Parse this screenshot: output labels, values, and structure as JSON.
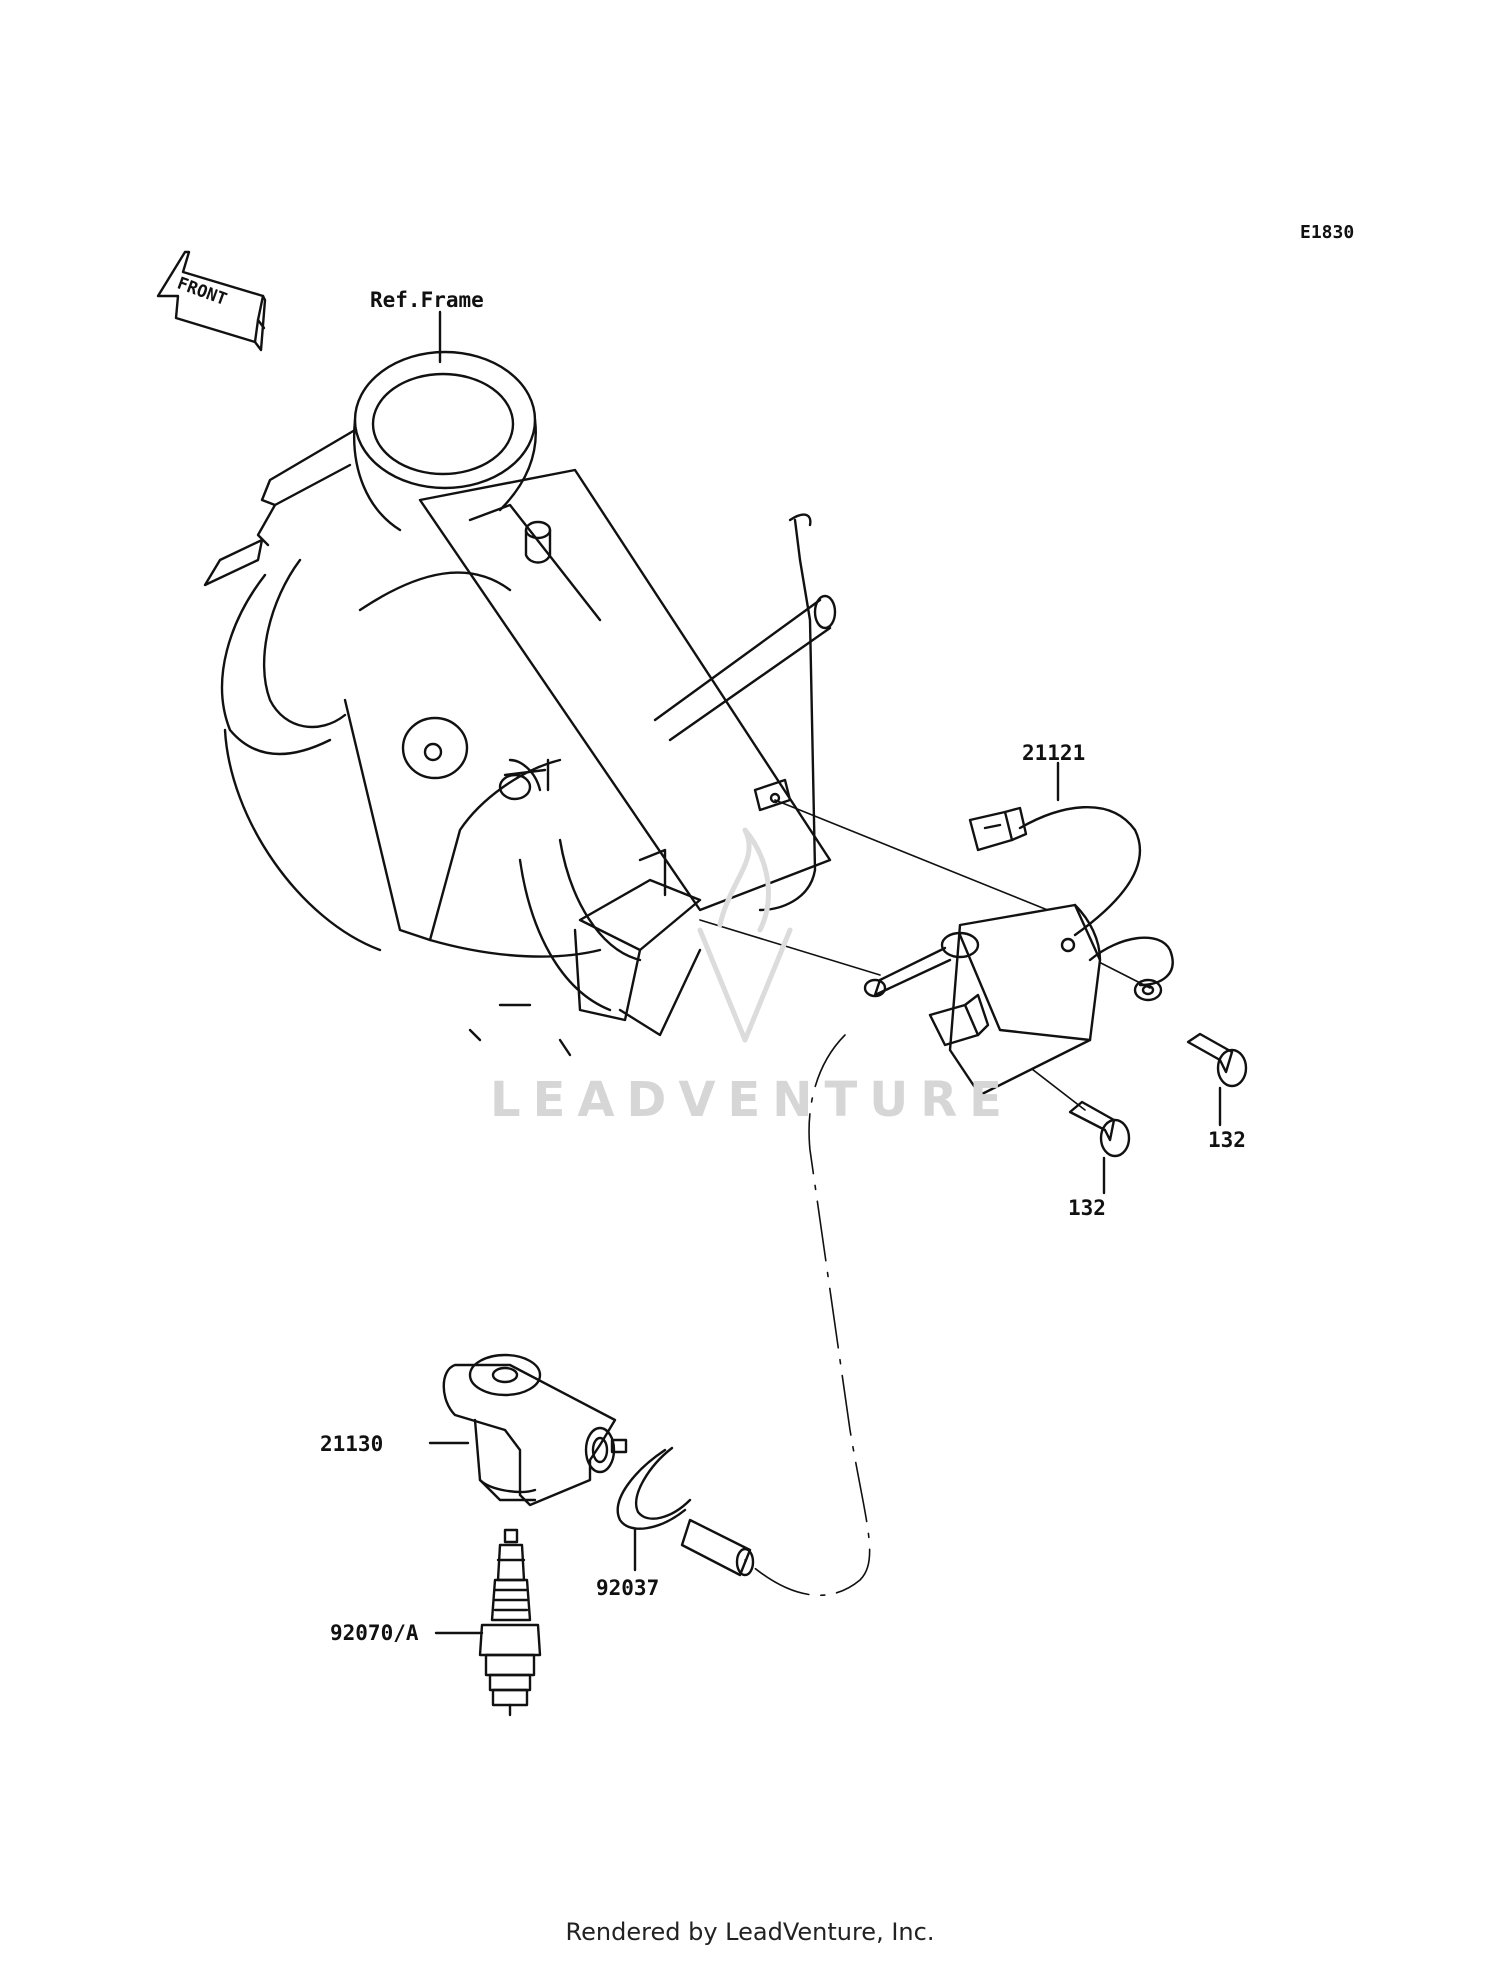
{
  "diagram": {
    "code": "E1830",
    "front_label": "FRONT",
    "reference_label": "Ref.Frame",
    "parts": [
      {
        "number": "21121"
      },
      {
        "number": "132"
      },
      {
        "number": "132"
      },
      {
        "number": "21130"
      },
      {
        "number": "92037"
      },
      {
        "number": "92070/A"
      }
    ]
  },
  "watermark": "LEADVENTURE",
  "footer": "Rendered by LeadVenture, Inc."
}
